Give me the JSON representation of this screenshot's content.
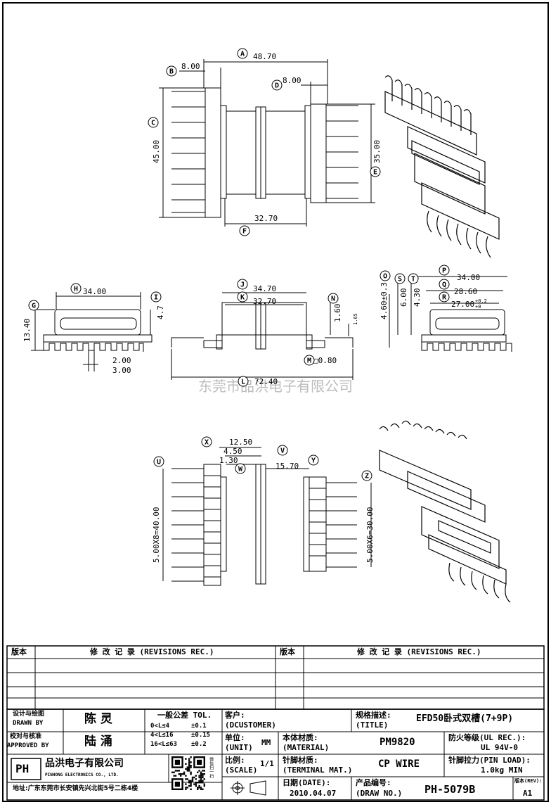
{
  "drawing": {
    "top_view": {
      "A": "48.70",
      "B": "8.00",
      "C": "45.00",
      "D": "8.00",
      "E": "35.00",
      "F": "32.70"
    },
    "side_view": {
      "H": "34.00",
      "I": "4.7",
      "G_height": "13.40",
      "pin_w": "2.00",
      "pin_pitch": "3.00"
    },
    "front_view": {
      "J": "34.70",
      "K": "32.70",
      "N": "1.60",
      "small": "1.65",
      "M": "□0.80",
      "L": "72.40",
      "O": "4.60±0.3"
    },
    "end_view": {
      "P": "34.00",
      "Q": "28.60",
      "R": "27.00",
      "R_tol_plus": "+0.2",
      "R_tol_minus": "+0",
      "S": "6.00",
      "T": "4.30"
    },
    "bottom_view": {
      "X": "12.50",
      "V_val": "4.50",
      "W_val": "1.30",
      "Y": "15.70",
      "U": "5.00X8=40.00",
      "Z": "5.00X6=30.00"
    },
    "watermark": "东莞市品洪电子有限公司",
    "callouts": [
      "A",
      "B",
      "C",
      "D",
      "E",
      "F",
      "G",
      "H",
      "I",
      "J",
      "K",
      "L",
      "M",
      "N",
      "O",
      "P",
      "Q",
      "R",
      "S",
      "T",
      "U",
      "V",
      "W",
      "X",
      "Y",
      "Z"
    ]
  },
  "revisions": {
    "col1": "版本",
    "col2": "修 改 记 录 (REVISIONS REC.)",
    "col3": "版本",
    "col4": "修 改 记 录 (REVISIONS REC.)"
  },
  "title_block": {
    "designer_label_cn": "设计与绘图",
    "designer_label_en": "DRAWN BY",
    "designer": "陈 灵",
    "approver_label_cn": "校对与核准",
    "approver_label_en": "APPROVED BY",
    "approver": "陆 涌",
    "tol_title": "一般公差 TOL.",
    "tol_rows": [
      {
        "range": "0<L≤4",
        "value": "±0.1"
      },
      {
        "range": "4<L≤16",
        "value": "±0.15"
      },
      {
        "range": "16<L≤63",
        "value": "±0.2"
      }
    ],
    "customer_label": "客户:",
    "customer_label_en": "(DCUSTOMER)",
    "title_label": "规格描述:",
    "title_label_en": "(TITLE)",
    "title": "EFD50卧式双槽(7+9P)",
    "unit_label": "单位:",
    "unit_label_en": "(UNIT)",
    "unit": "MM",
    "material_label": "本体材质:",
    "material_label_en": "(MATERIAL)",
    "material": "PM9820",
    "ul_label": "防火等级(UL REC.):",
    "ul": "UL 94V-0",
    "scale_label": "比例:",
    "scale_label_en": "(SCALE)",
    "scale": "1/1",
    "terminal_label": "针脚材质:",
    "terminal_label_en": "(TERMINAL MAT.)",
    "terminal": "CP WIRE",
    "pinload_label": "针脚拉力(PIN LOAD):",
    "pinload": "1.0kg MIN",
    "date_label": "日期(DATE):",
    "date": "2010.04.07",
    "drawno_label": "产品编号:",
    "drawno_label_en": "(DRAW NO.)",
    "drawno": "PH-5079B",
    "rev_label": "版本(REV):",
    "rev": "A1",
    "company_logo": "PH",
    "company_cn": "品洪电子有限公司",
    "company_en": "PINHONG ELECTRONICS CO., LTD.",
    "address": "地址:广东东莞市长安镇先兴北街5号二栋4楼",
    "qr_caption": "微信扫一扫"
  }
}
